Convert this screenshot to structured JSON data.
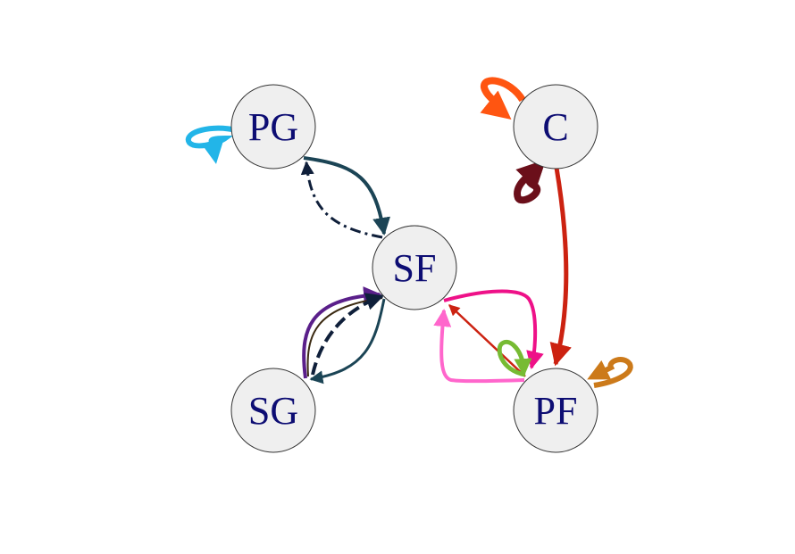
{
  "nodes": [
    {
      "id": "PG",
      "label": "PG"
    },
    {
      "id": "C",
      "label": "C"
    },
    {
      "id": "SF",
      "label": "SF"
    },
    {
      "id": "SG",
      "label": "SG"
    },
    {
      "id": "PF",
      "label": "PF"
    }
  ],
  "edges": [
    {
      "from": "PG",
      "to": "SF",
      "color": "#1b4455",
      "style": "solid"
    },
    {
      "from": "SF",
      "to": "PG",
      "color": "#0f1f3a",
      "style": "dashed"
    },
    {
      "from": "SG",
      "to": "SF",
      "color": "#5a1f8a",
      "style": "solid"
    },
    {
      "from": "SG",
      "to": "SF",
      "color": "#3b2a12",
      "style": "solid"
    },
    {
      "from": "SG",
      "to": "SF",
      "color": "#0f1f3a",
      "style": "dashed"
    },
    {
      "from": "SF",
      "to": "SG",
      "color": "#1b4455",
      "style": "solid"
    },
    {
      "from": "SF",
      "to": "PF",
      "color": "#ee1188",
      "style": "solid"
    },
    {
      "from": "PF",
      "to": "SF",
      "color": "#ff66cc",
      "style": "solid"
    },
    {
      "from": "PF",
      "to": "SF",
      "color": "#cc2211",
      "style": "solid"
    },
    {
      "from": "C",
      "to": "PF",
      "color": "#cc2211",
      "style": "solid"
    },
    {
      "from": "PG",
      "to": "PG",
      "color": "#22b5e8",
      "style": "solid"
    },
    {
      "from": "C",
      "to": "C",
      "color": "#ff5511",
      "style": "solid"
    },
    {
      "from": "C",
      "to": "C",
      "color": "#6b0f1a",
      "style": "solid"
    },
    {
      "from": "PF",
      "to": "PF",
      "color": "#77bb33",
      "style": "solid"
    },
    {
      "from": "PF",
      "to": "PF",
      "color": "#cc7a1a",
      "style": "solid"
    }
  ]
}
